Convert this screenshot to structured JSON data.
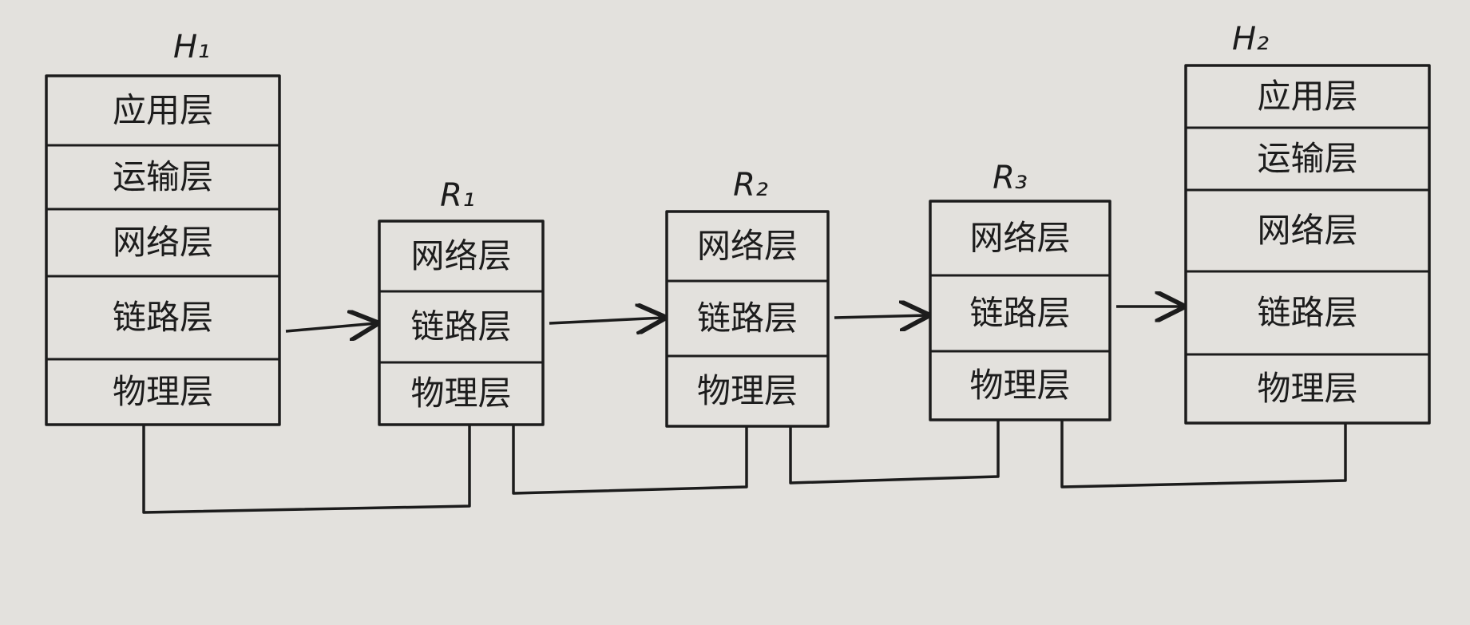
{
  "colors": {
    "paper": "#e3e1dd",
    "ink": "#1c1c1c"
  },
  "nodes": {
    "h1": {
      "label": "H₁",
      "layers": [
        "应用层",
        "运输层",
        "网络层",
        "链路层",
        "物理层"
      ]
    },
    "r1": {
      "label": "R₁",
      "layers": [
        "网络层",
        "链路层",
        "物理层"
      ]
    },
    "r2": {
      "label": "R₂",
      "layers": [
        "网络层",
        "链路层",
        "物理层"
      ]
    },
    "r3": {
      "label": "R₃",
      "layers": [
        "网络层",
        "链路层",
        "物理层"
      ]
    },
    "h2": {
      "label": "H₂",
      "layers": [
        "应用层",
        "运输层",
        "网络层",
        "链路层",
        "物理层"
      ]
    }
  },
  "arrows": [
    {
      "from": "h1",
      "to": "r1",
      "layer": "链路层"
    },
    {
      "from": "r1",
      "to": "r2",
      "layer": "链路层"
    },
    {
      "from": "r2",
      "to": "r3",
      "layer": "链路层"
    },
    {
      "from": "r3",
      "to": "h2",
      "layer": "链路层"
    }
  ],
  "links": [
    {
      "from": "h1",
      "to": "r1",
      "layer": "物理层"
    },
    {
      "from": "r1",
      "to": "r2",
      "layer": "物理层"
    },
    {
      "from": "r2",
      "to": "r3",
      "layer": "物理层"
    },
    {
      "from": "r3",
      "to": "h2",
      "layer": "物理层"
    }
  ]
}
